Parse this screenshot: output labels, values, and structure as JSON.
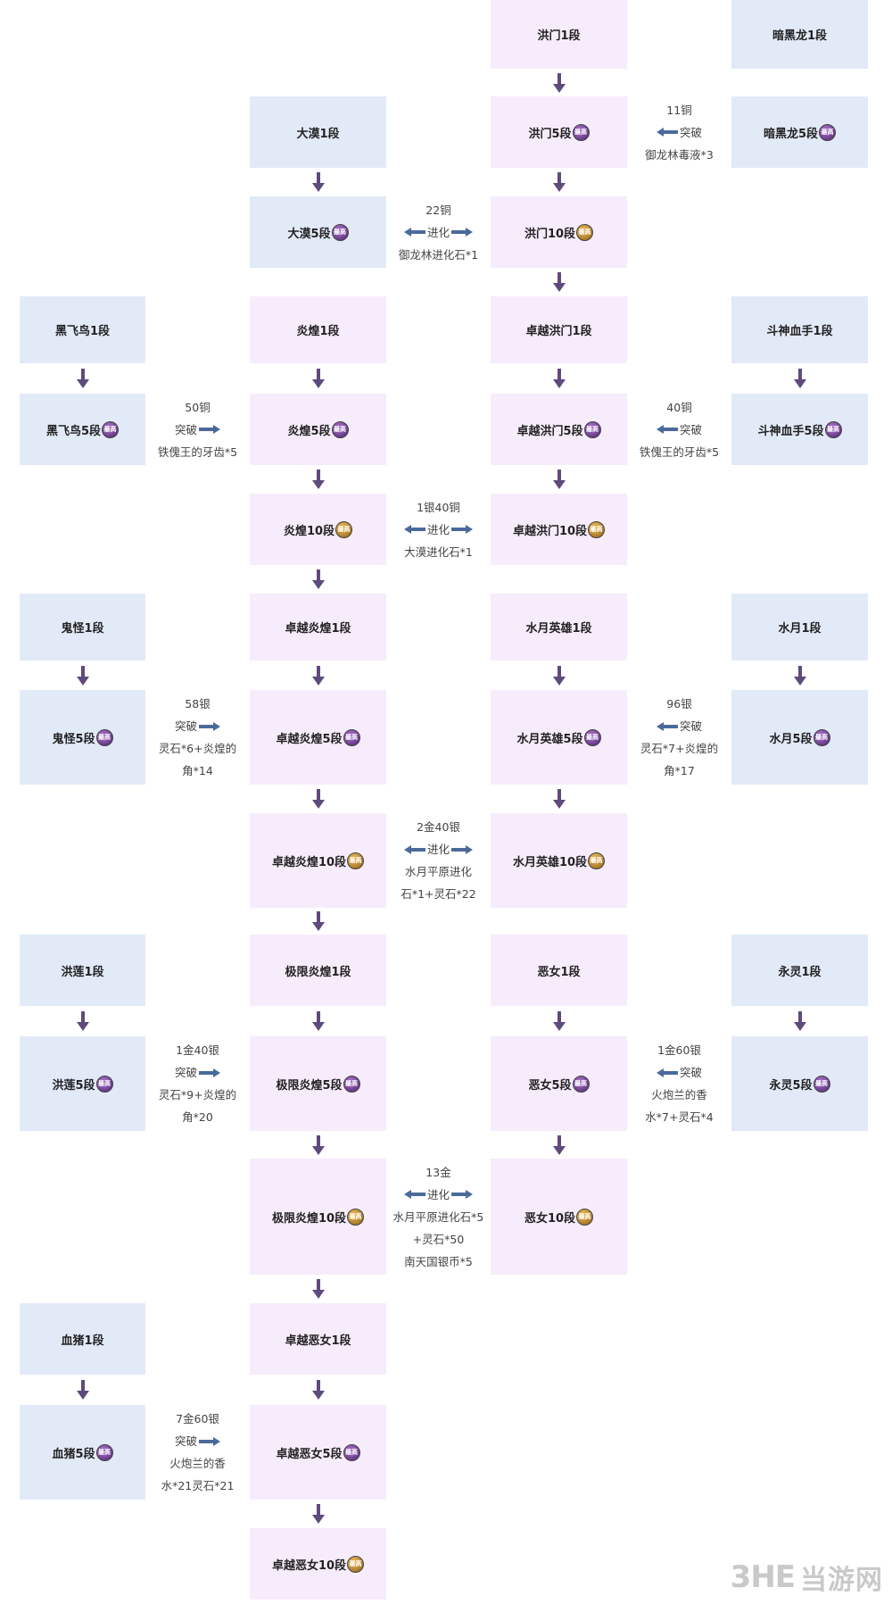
{
  "badge_text": "最高",
  "colors": {
    "blue_box": "#e2eaf8",
    "pink_box": "#f7ecfb",
    "arrow": "#5f4a7d",
    "h_arrow": "#4a6a9a"
  },
  "nodes": [
    {
      "label": "洪门1段",
      "col": 2,
      "row": 0,
      "color": "pink"
    },
    {
      "label": "暗黑龙1段",
      "col": 3,
      "row": 0,
      "color": "blue"
    },
    {
      "label": "大漠1段",
      "col": 1,
      "row": 1,
      "color": "blue"
    },
    {
      "label": "洪门5段",
      "col": 2,
      "row": 1,
      "color": "pink",
      "badge": "purple"
    },
    {
      "label": "暗黑龙5段",
      "col": 3,
      "row": 1,
      "color": "blue",
      "badge": "purple"
    },
    {
      "label": "大漠5段",
      "col": 1,
      "row": 2,
      "color": "blue",
      "badge": "purple"
    },
    {
      "label": "洪门10段",
      "col": 2,
      "row": 2,
      "color": "pink",
      "badge": "gold"
    },
    {
      "label": "黑飞鸟1段",
      "col": 0,
      "row": 3,
      "color": "blue"
    },
    {
      "label": "炎煌1段",
      "col": 1,
      "row": 3,
      "color": "pink"
    },
    {
      "label": "卓越洪门1段",
      "col": 2,
      "row": 3,
      "color": "pink"
    },
    {
      "label": "斗神血手1段",
      "col": 3,
      "row": 3,
      "color": "blue"
    },
    {
      "label": "黑飞鸟5段",
      "col": 0,
      "row": 4,
      "color": "blue",
      "badge": "purple"
    },
    {
      "label": "炎煌5段",
      "col": 1,
      "row": 4,
      "color": "pink",
      "badge": "purple"
    },
    {
      "label": "卓越洪门5段",
      "col": 2,
      "row": 4,
      "color": "pink",
      "badge": "purple"
    },
    {
      "label": "斗神血手5段",
      "col": 3,
      "row": 4,
      "color": "blue",
      "badge": "purple"
    },
    {
      "label": "炎煌10段",
      "col": 1,
      "row": 5,
      "color": "pink",
      "badge": "gold"
    },
    {
      "label": "卓越洪门10段",
      "col": 2,
      "row": 5,
      "color": "pink",
      "badge": "gold"
    },
    {
      "label": "鬼怪1段",
      "col": 0,
      "row": 6,
      "color": "blue"
    },
    {
      "label": "卓越炎煌1段",
      "col": 1,
      "row": 6,
      "color": "pink"
    },
    {
      "label": "水月英雄1段",
      "col": 2,
      "row": 6,
      "color": "pink"
    },
    {
      "label": "水月1段",
      "col": 3,
      "row": 6,
      "color": "blue"
    },
    {
      "label": "鬼怪5段",
      "col": 0,
      "row": 7,
      "color": "blue",
      "badge": "purple"
    },
    {
      "label": "卓越炎煌5段",
      "col": 1,
      "row": 7,
      "color": "pink",
      "badge": "purple"
    },
    {
      "label": "水月英雄5段",
      "col": 2,
      "row": 7,
      "color": "pink",
      "badge": "purple"
    },
    {
      "label": "水月5段",
      "col": 3,
      "row": 7,
      "color": "blue",
      "badge": "purple"
    },
    {
      "label": "卓越炎煌10段",
      "col": 1,
      "row": 8,
      "color": "pink",
      "badge": "gold"
    },
    {
      "label": "水月英雄10段",
      "col": 2,
      "row": 8,
      "color": "pink",
      "badge": "gold"
    },
    {
      "label": "洪莲1段",
      "col": 0,
      "row": 9,
      "color": "blue"
    },
    {
      "label": "极限炎煌1段",
      "col": 1,
      "row": 9,
      "color": "pink"
    },
    {
      "label": "恶女1段",
      "col": 2,
      "row": 9,
      "color": "pink"
    },
    {
      "label": "永灵1段",
      "col": 3,
      "row": 9,
      "color": "blue"
    },
    {
      "label": "洪莲5段",
      "col": 0,
      "row": 10,
      "color": "blue",
      "badge": "purple"
    },
    {
      "label": "极限炎煌5段",
      "col": 1,
      "row": 10,
      "color": "pink",
      "badge": "purple"
    },
    {
      "label": "恶女5段",
      "col": 2,
      "row": 10,
      "color": "pink",
      "badge": "purple"
    },
    {
      "label": "永灵5段",
      "col": 3,
      "row": 10,
      "color": "blue",
      "badge": "purple"
    },
    {
      "label": "极限炎煌10段",
      "col": 1,
      "row": 11,
      "color": "pink",
      "badge": "gold"
    },
    {
      "label": "恶女10段",
      "col": 2,
      "row": 11,
      "color": "pink",
      "badge": "gold"
    },
    {
      "label": "血猪1段",
      "col": 0,
      "row": 12,
      "color": "blue"
    },
    {
      "label": "卓越恶女1段",
      "col": 1,
      "row": 12,
      "color": "pink"
    },
    {
      "label": "血猪5段",
      "col": 0,
      "row": 13,
      "color": "blue",
      "badge": "purple"
    },
    {
      "label": "卓越恶女5段",
      "col": 1,
      "row": 13,
      "color": "pink",
      "badge": "purple"
    },
    {
      "label": "卓越恶女10段",
      "col": 1,
      "row": 14,
      "color": "pink",
      "badge": "gold"
    }
  ],
  "vertical_arrows": [
    {
      "col": 2,
      "after_row": 0
    },
    {
      "col": 2,
      "after_row": 1
    },
    {
      "col": 1,
      "after_row": 1
    },
    {
      "col": 2,
      "after_row": 2
    },
    {
      "col": 0,
      "after_row": 3
    },
    {
      "col": 1,
      "after_row": 3
    },
    {
      "col": 2,
      "after_row": 3
    },
    {
      "col": 3,
      "after_row": 3
    },
    {
      "col": 1,
      "after_row": 4
    },
    {
      "col": 2,
      "after_row": 4
    },
    {
      "col": 1,
      "after_row": 5
    },
    {
      "col": 0,
      "after_row": 6
    },
    {
      "col": 1,
      "after_row": 6
    },
    {
      "col": 2,
      "after_row": 6
    },
    {
      "col": 3,
      "after_row": 6
    },
    {
      "col": 1,
      "after_row": 7
    },
    {
      "col": 2,
      "after_row": 7
    },
    {
      "col": 1,
      "after_row": 8
    },
    {
      "col": 0,
      "after_row": 9
    },
    {
      "col": 1,
      "after_row": 9
    },
    {
      "col": 2,
      "after_row": 9
    },
    {
      "col": 3,
      "after_row": 9
    },
    {
      "col": 1,
      "after_row": 10
    },
    {
      "col": 2,
      "after_row": 10
    },
    {
      "col": 1,
      "after_row": 11
    },
    {
      "col": 0,
      "after_row": 12
    },
    {
      "col": 1,
      "after_row": 12
    },
    {
      "col": 1,
      "after_row": 13
    }
  ],
  "notes": [
    {
      "gap": "c2c3",
      "row": 1,
      "arrow": "left",
      "cost": "11铜",
      "action": "突破",
      "material": [
        "御龙林毒液*3"
      ]
    },
    {
      "gap": "c1c2",
      "row": 2,
      "arrow": "both",
      "cost": "22铜",
      "action": "进化",
      "material": [
        "御龙林进化石*1"
      ]
    },
    {
      "gap": "c0c1",
      "row": 4,
      "arrow": "right",
      "cost": "50铜",
      "action": "突破",
      "material": [
        "铁傀王的牙齿*5"
      ]
    },
    {
      "gap": "c2c3",
      "row": 4,
      "arrow": "left",
      "cost": "40铜",
      "action": "突破",
      "material": [
        "铁傀王的牙齿*5"
      ]
    },
    {
      "gap": "c1c2",
      "row": 5,
      "arrow": "both",
      "cost": "1银40铜",
      "action": "进化",
      "material": [
        "大漠进化石*1"
      ]
    },
    {
      "gap": "c0c1",
      "row": 7,
      "arrow": "right",
      "cost": "58银",
      "action": "突破",
      "material": [
        "灵石*6+炎煌的",
        "角*14"
      ]
    },
    {
      "gap": "c2c3",
      "row": 7,
      "arrow": "left",
      "cost": "96银",
      "action": "突破",
      "material": [
        "灵石*7+炎煌的",
        "角*17"
      ]
    },
    {
      "gap": "c1c2",
      "row": 8,
      "arrow": "both",
      "cost": "2金40银",
      "action": "进化",
      "material": [
        "水月平原进化",
        "石*1+灵石*22"
      ]
    },
    {
      "gap": "c0c1",
      "row": 10,
      "arrow": "right",
      "cost": "1金40银",
      "action": "突破",
      "material": [
        "灵石*9+炎煌的",
        "角*20"
      ]
    },
    {
      "gap": "c2c3",
      "row": 10,
      "arrow": "left",
      "cost": "1金60银",
      "action": "突破",
      "material": [
        "火炮兰的香",
        "水*7+灵石*4"
      ]
    },
    {
      "gap": "c1c2",
      "row": 11,
      "arrow": "both",
      "cost": "13金",
      "action": "进化",
      "material": [
        "水月平原进化石*5",
        "+灵石*50",
        "南天国银币*5"
      ]
    },
    {
      "gap": "c0c1",
      "row": 13,
      "arrow": "right",
      "cost": "7金60银",
      "action": "突破",
      "material": [
        "火炮兰的香",
        "水*21灵石*21"
      ]
    }
  ],
  "watermark": {
    "logo": "3HE",
    "site": "当游网"
  }
}
